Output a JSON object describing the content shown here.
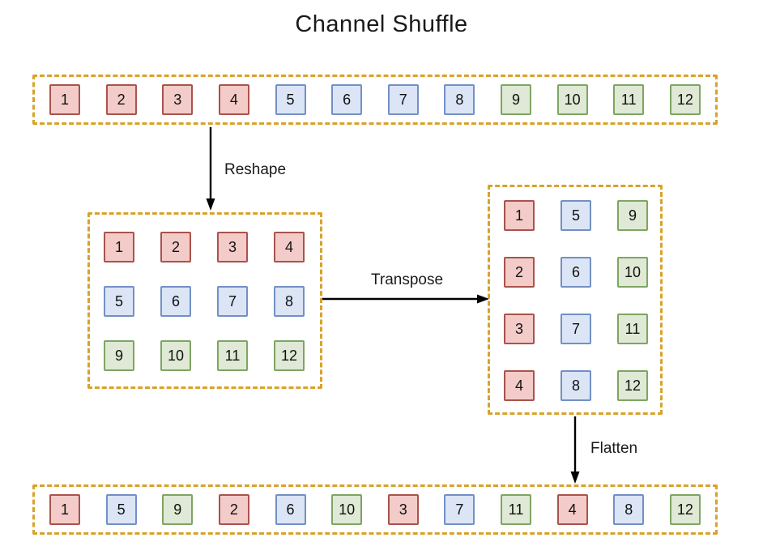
{
  "title": "Channel Shuffle",
  "labels": {
    "reshape": "Reshape",
    "transpose": "Transpose",
    "flatten": "Flatten"
  },
  "colors": {
    "red_fill": "#f3cbc9",
    "red_border": "#a9534b",
    "blue_fill": "#dbe5f6",
    "blue_border": "#7290c4",
    "green_fill": "#dfe9d5",
    "green_border": "#7ea562",
    "dashed_border": "#d9a22b",
    "arrow": "#000000",
    "text": "#111111"
  },
  "top_row": [
    {
      "value": "1",
      "color": "red"
    },
    {
      "value": "2",
      "color": "red"
    },
    {
      "value": "3",
      "color": "red"
    },
    {
      "value": "4",
      "color": "red"
    },
    {
      "value": "5",
      "color": "blue"
    },
    {
      "value": "6",
      "color": "blue"
    },
    {
      "value": "7",
      "color": "blue"
    },
    {
      "value": "8",
      "color": "blue"
    },
    {
      "value": "9",
      "color": "green"
    },
    {
      "value": "10",
      "color": "green"
    },
    {
      "value": "11",
      "color": "green"
    },
    {
      "value": "12",
      "color": "green"
    }
  ],
  "reshape_grid": {
    "rows": [
      [
        {
          "value": "1",
          "color": "red"
        },
        {
          "value": "2",
          "color": "red"
        },
        {
          "value": "3",
          "color": "red"
        },
        {
          "value": "4",
          "color": "red"
        }
      ],
      [
        {
          "value": "5",
          "color": "blue"
        },
        {
          "value": "6",
          "color": "blue"
        },
        {
          "value": "7",
          "color": "blue"
        },
        {
          "value": "8",
          "color": "blue"
        }
      ],
      [
        {
          "value": "9",
          "color": "green"
        },
        {
          "value": "10",
          "color": "green"
        },
        {
          "value": "11",
          "color": "green"
        },
        {
          "value": "12",
          "color": "green"
        }
      ]
    ]
  },
  "transpose_grid": {
    "rows": [
      [
        {
          "value": "1",
          "color": "red"
        },
        {
          "value": "5",
          "color": "blue"
        },
        {
          "value": "9",
          "color": "green"
        }
      ],
      [
        {
          "value": "2",
          "color": "red"
        },
        {
          "value": "6",
          "color": "blue"
        },
        {
          "value": "10",
          "color": "green"
        }
      ],
      [
        {
          "value": "3",
          "color": "red"
        },
        {
          "value": "7",
          "color": "blue"
        },
        {
          "value": "11",
          "color": "green"
        }
      ],
      [
        {
          "value": "4",
          "color": "red"
        },
        {
          "value": "8",
          "color": "blue"
        },
        {
          "value": "12",
          "color": "green"
        }
      ]
    ]
  },
  "bottom_row": [
    {
      "value": "1",
      "color": "red"
    },
    {
      "value": "5",
      "color": "blue"
    },
    {
      "value": "9",
      "color": "green"
    },
    {
      "value": "2",
      "color": "red"
    },
    {
      "value": "6",
      "color": "blue"
    },
    {
      "value": "10",
      "color": "green"
    },
    {
      "value": "3",
      "color": "red"
    },
    {
      "value": "7",
      "color": "blue"
    },
    {
      "value": "11",
      "color": "green"
    },
    {
      "value": "4",
      "color": "red"
    },
    {
      "value": "8",
      "color": "blue"
    },
    {
      "value": "12",
      "color": "green"
    }
  ]
}
